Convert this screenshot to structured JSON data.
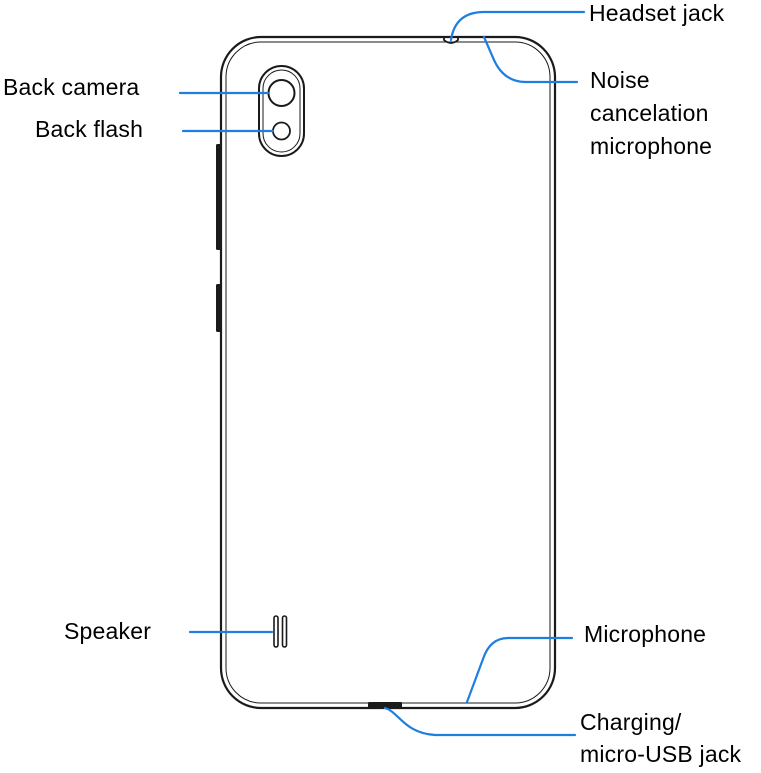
{
  "colors": {
    "outline": "#1a1a1a",
    "leader": "#1f7fe0",
    "text": "#000000"
  },
  "labels": {
    "headset_jack": "Headset jack",
    "noise_mic_line1": "Noise",
    "noise_mic_line2": "cancelation",
    "noise_mic_line3": "microphone",
    "back_camera": "Back camera",
    "back_flash": "Back flash",
    "speaker": "Speaker",
    "microphone": "Microphone",
    "charging_line1": "Charging/",
    "charging_line2": "micro-USB jack"
  }
}
